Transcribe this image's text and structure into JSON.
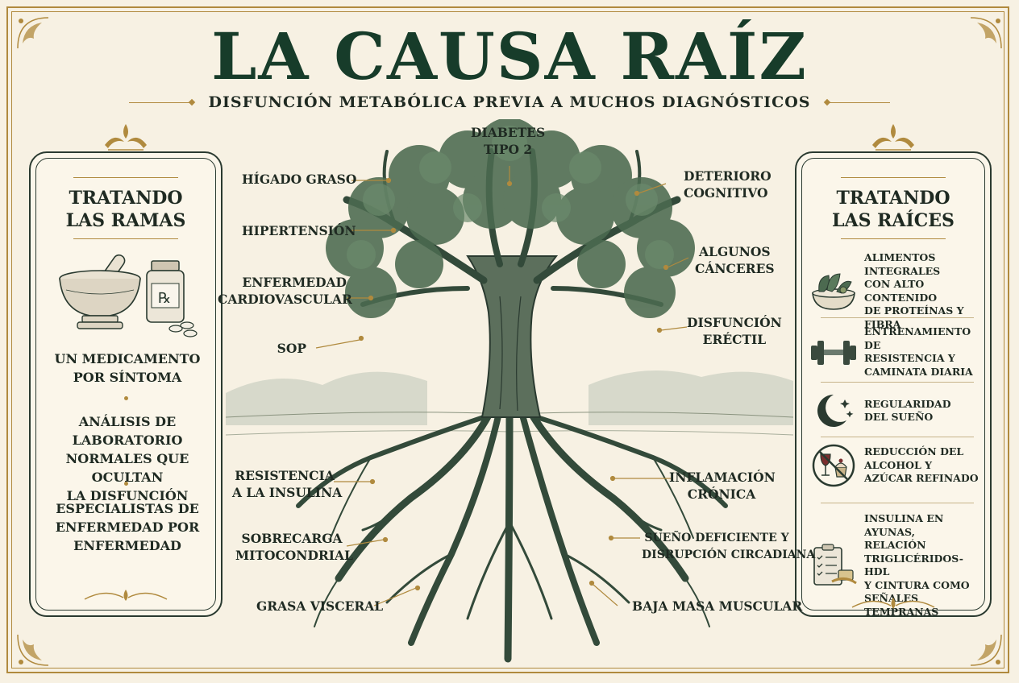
{
  "title": "LA CAUSA RAÍZ",
  "subtitle": "DISFUNCIÓN METABÓLICA PREVIA A MUCHOS DIAGNÓSTICOS",
  "left_panel": {
    "title_line1": "TRATANDO",
    "title_line2": "LAS RAMAS",
    "items": [
      {
        "line1": "UN MEDICAMENTO",
        "line2": "POR SÍNTOMA",
        "line3": ""
      },
      {
        "line1": "ANÁLISIS DE LABORATORIO",
        "line2": "NORMALES QUE OCULTAN",
        "line3": "LA DISFUNCIÓN"
      },
      {
        "line1": "ESPECIALISTAS DE",
        "line2": "ENFERMEDAD POR",
        "line3": "ENFERMEDAD"
      }
    ]
  },
  "right_panel": {
    "title_line1": "TRATANDO",
    "title_line2": "LAS RAÍCES",
    "items": [
      {
        "icon": "salad-bowl-icon",
        "lines": [
          "ALIMENTOS INTEGRALES",
          "CON ALTO CONTENIDO",
          "DE PROTEÍNAS Y",
          "FIBRA"
        ]
      },
      {
        "icon": "dumbbell-icon",
        "lines": [
          "ENTRENAMIENTO DE",
          "RESISTENCIA Y",
          "CAMINATA DIARIA"
        ]
      },
      {
        "icon": "moon-stars-icon",
        "lines": [
          "REGULARIDAD",
          "DEL SUEÑO"
        ]
      },
      {
        "icon": "no-wine-sugar-icon",
        "lines": [
          "REDUCCIÓN DEL",
          "ALCOHOL Y",
          "AZÚCAR REFINADO"
        ]
      },
      {
        "icon": "clipboard-checklist-icon",
        "lines": [
          "INSULINA EN AYUNAS,",
          "RELACIÓN",
          "TRIGLICÉRIDOS-HDL",
          "Y CINTURA COMO",
          "SEÑALES TEMPRANAS"
        ]
      }
    ]
  },
  "branches": {
    "top": [
      "DIABETES",
      "TIPO 2"
    ],
    "higado": "HÍGADO GRASO",
    "hipertension": "HIPERTENSIÓN",
    "cardio": [
      "ENFERMEDAD",
      "CARDIOVASCULAR"
    ],
    "sop": "SOP",
    "deterioro": [
      "DETERIORO",
      "COGNITIVO"
    ],
    "canceres": [
      "ALGUNOS",
      "CÁNCERES"
    ],
    "erectil": [
      "DISFUNCIÓN",
      "ERÉCTIL"
    ]
  },
  "roots": {
    "insulina": [
      "RESISTENCIA",
      "A LA INSULINA"
    ],
    "mito": [
      "SOBRECARGA",
      "MITOCONDRIAL"
    ],
    "grasa": "GRASA VISCERAL",
    "inflamacion": [
      "INFLAMACIÓN",
      "CRÓNICA"
    ],
    "sueno": [
      "SUEÑO DEFICIENTE Y",
      "DISRUPCIÓN CIRCADIANA"
    ],
    "masa": "BAJA MASA MUSCULAR"
  },
  "colors": {
    "accent_gold": "#b08a3e",
    "title_green": "#173c2a",
    "foliage": "#3f5a44",
    "ink": "#1f2a22",
    "paper": "#f7f1e3"
  }
}
